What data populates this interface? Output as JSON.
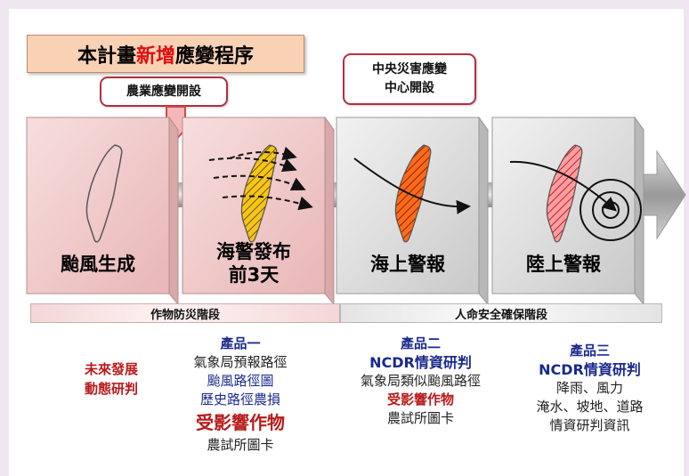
{
  "title": {
    "prefix": "本計畫",
    "highlight": "新增",
    "suffix": "應變程序"
  },
  "callouts": {
    "agri": "農業應變開設",
    "ncdr_line1": "中央災害應變",
    "ncdr_line2": "中心開設"
  },
  "stages": [
    {
      "label": "颱風生成"
    },
    {
      "label_line1": "海警發布",
      "label_line2": "前3天"
    },
    {
      "label": "海上警報"
    },
    {
      "label": "陸上警報"
    }
  ],
  "phases": {
    "crop": "作物防災階段",
    "life": "人命安全確保階段"
  },
  "future": {
    "line1": "未來發展",
    "line2": "動態研判"
  },
  "product1": {
    "title": "產品一",
    "line1": "氣象局預報路徑",
    "line2": "颱風路徑圖",
    "line3": "歷史路徑農損",
    "line4": "受影響作物",
    "line5": "農試所圖卡"
  },
  "product2": {
    "title": "產品二",
    "subtitle": "NCDR情資研判",
    "line1": "氣象局類似颱風路徑",
    "line2": "受影響作物",
    "line3": "農試所圖卡"
  },
  "product3": {
    "title": "產品三",
    "subtitle": "NCDR情資研判",
    "line1": "降雨、風力",
    "line2": "淹水、坡地、道路",
    "line3": "情資研判資訊"
  },
  "colors": {
    "pink_block": "#f0c8c8",
    "gray_block": "#dcdcdc",
    "title_box": "#f9d2b6",
    "callout_border": "#b03040",
    "red_text": "#b81a1a",
    "blue_text": "#1b2a8c"
  }
}
